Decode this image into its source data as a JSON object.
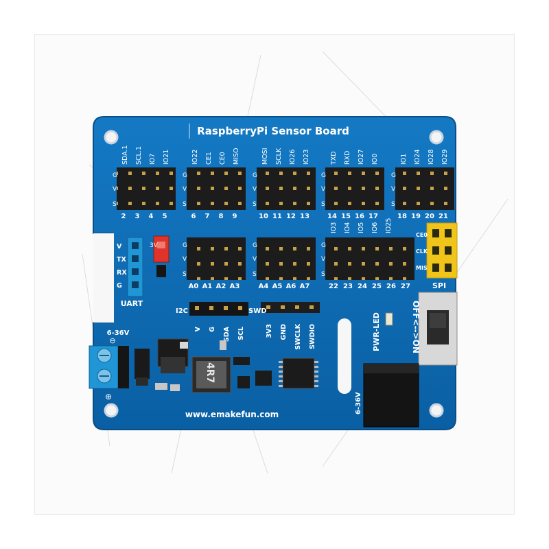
{
  "board": {
    "title": "RaspberryPi Sensor Board",
    "website": "www.emakefun.com",
    "top_headers": [
      {
        "labels": [
          "SDA.1",
          "SCL.1",
          "IO7",
          "IO21"
        ],
        "pins": [
          "2",
          "3",
          "4",
          "5"
        ]
      },
      {
        "labels": [
          "IO22",
          "CE1",
          "CE0",
          "MISO"
        ],
        "pins": [
          "6",
          "7",
          "8",
          "9"
        ]
      },
      {
        "labels": [
          "MOSI",
          "SCLK",
          "IO26",
          "IO23"
        ],
        "pins": [
          "10",
          "11",
          "12",
          "13"
        ]
      },
      {
        "labels": [
          "TXD",
          "RXD",
          "IO27",
          "IO0"
        ],
        "pins": [
          "14",
          "15",
          "16",
          "17"
        ]
      },
      {
        "labels": [
          "IO1",
          "IO24",
          "IO28",
          "IO29"
        ],
        "pins": [
          "18",
          "19",
          "20",
          "21"
        ]
      }
    ],
    "mid_headers": [
      {
        "pins": [
          "A0",
          "A1",
          "A2",
          "A3"
        ]
      },
      {
        "pins": [
          "A4",
          "A5",
          "A6",
          "A7"
        ]
      }
    ],
    "io_block": {
      "labels": [
        "IO3",
        "IO4",
        "IO5",
        "IO6",
        "IO25"
      ],
      "pins": [
        "22",
        "23",
        "24",
        "25",
        "26",
        "27"
      ]
    },
    "row_marks": {
      "g": "G",
      "v": "V",
      "s": "S"
    },
    "spi": {
      "label": "SPI",
      "rows": [
        "CE0",
        "CLK",
        "MIS"
      ]
    },
    "uart": {
      "label": "UART",
      "rows": [
        "V",
        "TX",
        "RX",
        "G"
      ],
      "top": "3V"
    },
    "i2c": {
      "label": "I2C",
      "pins": [
        "V",
        "G",
        "SDA",
        "SCL"
      ]
    },
    "swd": {
      "label": "SWD",
      "pins": [
        "3V3",
        "GND",
        "SWCLK",
        "SWDIO"
      ]
    },
    "power": {
      "input_label": "6-36V",
      "minus": "⊖",
      "plus": "⊕",
      "pwr_led": "PWR-LED",
      "switch": "OFF<-->ON",
      "barrel": "6-36V",
      "inductor": "4R7"
    },
    "colors": {
      "pcb": "#0b6fb8",
      "header": "#151515",
      "yellow": "#f0c419",
      "terminal": "#2196d6",
      "jumper": "#e0342a"
    }
  }
}
